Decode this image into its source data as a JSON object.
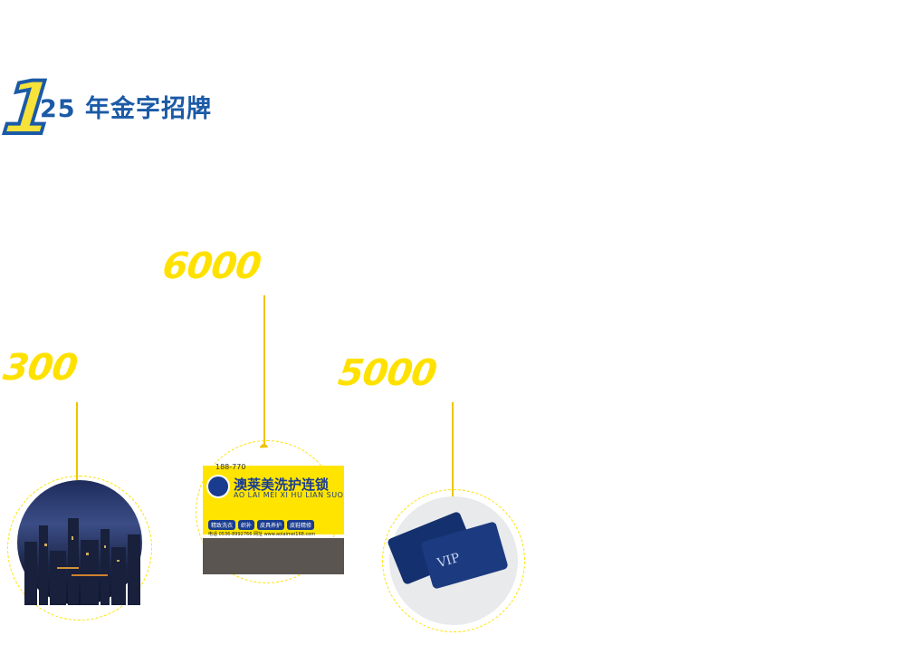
{
  "heading": {
    "number": "1",
    "title": "25 年金字招牌"
  },
  "stats": [
    {
      "value": "300",
      "image": "city-night-photo"
    },
    {
      "value": "6000",
      "image": "store-sign-photo"
    },
    {
      "value": "5000",
      "image": "vip-card-photo"
    }
  ],
  "store_sign": {
    "phone": "188-770",
    "brand_cn": "澳莱美洗护连锁",
    "brand_pinyin": "AO LAI MEI XI HU LIAN SUO",
    "tags": [
      "精致洗衣",
      "织补",
      "皮具养护",
      "皮鞋精修"
    ],
    "contact": "电话 0536-8992766    网址 www.aolaimei168.com"
  },
  "vip_card": {
    "label": "VIP"
  },
  "colors": {
    "accent_yellow": "#ffe100",
    "brand_blue": "#1b5aa6"
  }
}
